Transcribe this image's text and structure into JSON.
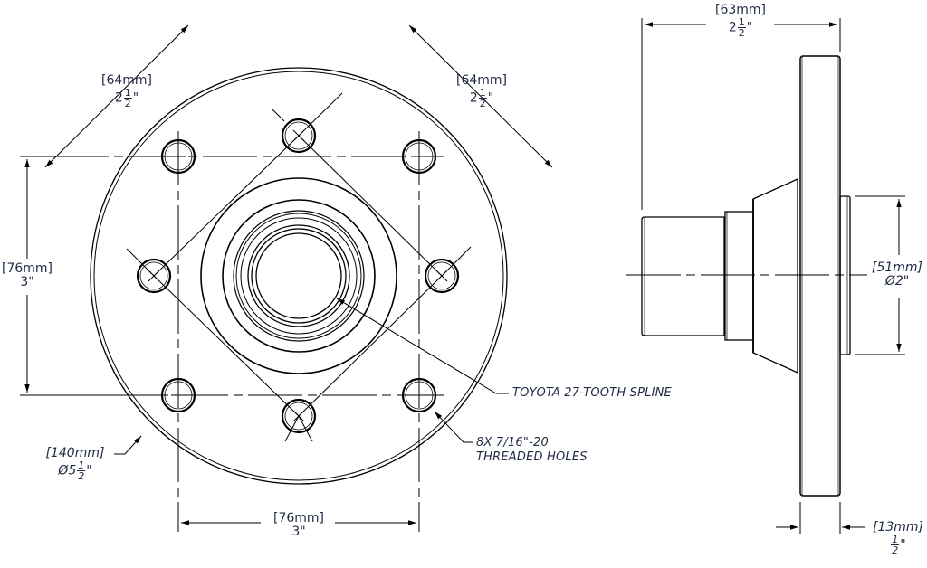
{
  "drawing": {
    "title": "Hub technical drawing - front and side views",
    "line_color": "#000000",
    "text_color": "#1f2a44"
  },
  "front_view": {
    "dims": {
      "diag_left": {
        "mm": "[64mm]",
        "inch_whole": "2",
        "inch_num": "1",
        "inch_den": "2",
        "inch_unit": "\""
      },
      "diag_right": {
        "mm": "[64mm]",
        "inch_whole": "2",
        "inch_num": "1",
        "inch_den": "2",
        "inch_unit": "\""
      },
      "vertical": {
        "mm": "[76mm]",
        "inch": "3\""
      },
      "horizontal": {
        "mm": "[76mm]",
        "inch": "3\""
      },
      "outer_diameter": {
        "mm": "[140mm]",
        "symbol": "Ø",
        "inch_whole": "5",
        "inch_num": "1",
        "inch_den": "2",
        "inch_unit": "\""
      }
    },
    "notes": {
      "spline": "TOYOTA 27-TOOTH SPLINE",
      "holes_line1": "8X 7/16\"-20",
      "holes_line2": "THREADED HOLES"
    }
  },
  "side_view": {
    "dims": {
      "overall_length": {
        "mm": "[63mm]",
        "inch_whole": "2",
        "inch_num": "1",
        "inch_den": "2",
        "inch_unit": "\""
      },
      "boss_diameter": {
        "mm": "[51mm]",
        "inch": "Ø2\""
      },
      "flange_thickness": {
        "mm": "[13mm]",
        "inch_num": "1",
        "inch_den": "2",
        "inch_unit": "\""
      }
    }
  }
}
